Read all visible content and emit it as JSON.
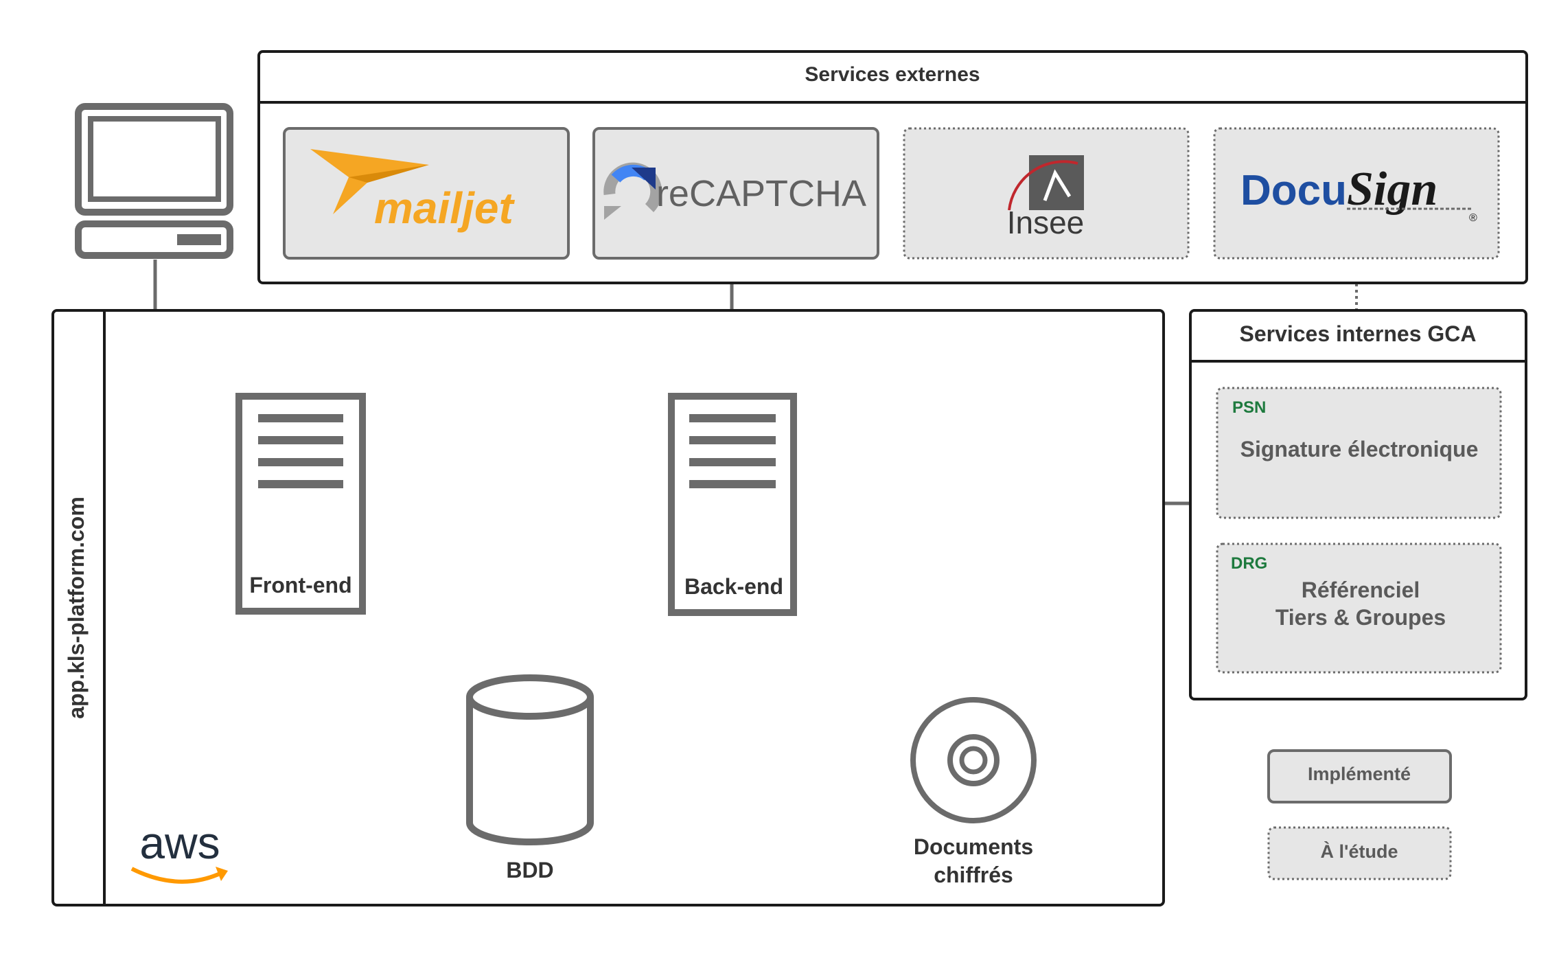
{
  "external": {
    "title": "Services externes",
    "mailjet": "mailjet",
    "recaptcha": "reCAPTCHA",
    "insee": "Insee",
    "docusign_a": "Docu",
    "docusign_b": "Sign",
    "docusign_reg": "®"
  },
  "internal": {
    "title": "Services internes GCA",
    "psn_tag": "PSN",
    "psn_label": "Signature électronique",
    "drg_tag": "DRG",
    "drg_line1": "Référenciel",
    "drg_line2": "Tiers & Groupes"
  },
  "platform": {
    "domain": "app.kls-platform.com",
    "frontend": "Front-end",
    "backend": "Back-end",
    "db": "BDD",
    "docs_line1": "Documents",
    "docs_line2": "chiffrés",
    "cloud": "aws"
  },
  "legend": {
    "implemented": "Implémenté",
    "studying": "À l'étude"
  },
  "colors": {
    "mailjet": "#f5a623",
    "docusign": "#1e4ea1",
    "tag": "#1e7a3e",
    "aws_smile": "#ff9900"
  }
}
